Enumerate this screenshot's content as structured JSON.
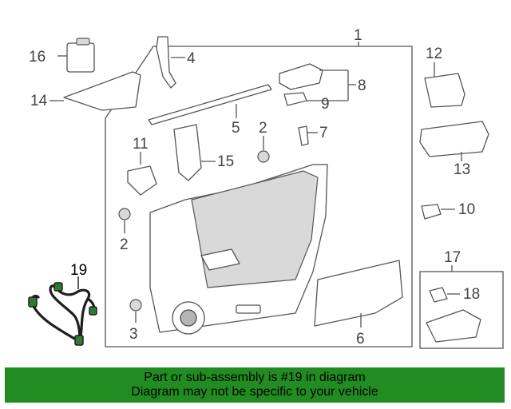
{
  "callouts": {
    "c1": "1",
    "c2a": "2",
    "c2b": "2",
    "c3": "3",
    "c4": "4",
    "c5": "5",
    "c6": "6",
    "c7": "7",
    "c8": "8",
    "c9": "9",
    "c10": "10",
    "c11": "11",
    "c12": "12",
    "c13": "13",
    "c14": "14",
    "c15": "15",
    "c16": "16",
    "c17": "17",
    "c18": "18",
    "c19": "19"
  },
  "highlight_part": "19",
  "banner": {
    "line1": "Part or sub-assembly is #19 in diagram",
    "line2": "Diagram may not be specific to your vehicle",
    "background": "#218c21"
  }
}
